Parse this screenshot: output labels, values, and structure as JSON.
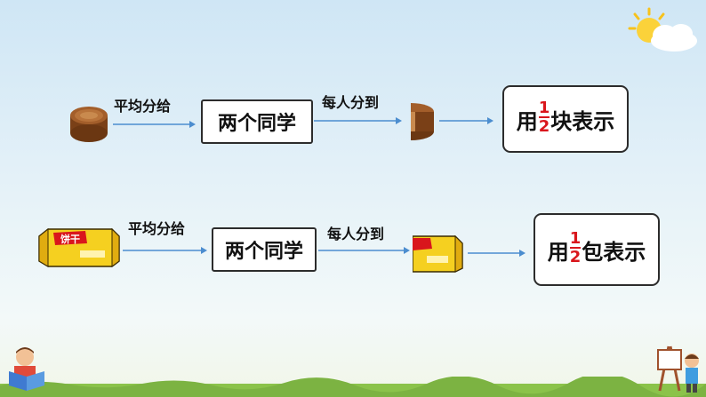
{
  "row1": {
    "verb_label": "平均分给",
    "students": "两个同学",
    "each_label": "每人分到",
    "result": {
      "prefix": "用",
      "numerator": "1",
      "denominator": "2",
      "suffix": "块表示"
    }
  },
  "row2": {
    "verb_label": "平均分给",
    "students": "两个同学",
    "each_label": "每人分到",
    "result": {
      "prefix": "用",
      "numerator": "1",
      "denominator": "2",
      "suffix": "包表示"
    },
    "biscuit_text": "饼干"
  },
  "colors": {
    "arrow": "#4b8dcf",
    "fraction": "#d9161c",
    "cake": "#8a4d1e",
    "biscuit": "#f5d020"
  }
}
